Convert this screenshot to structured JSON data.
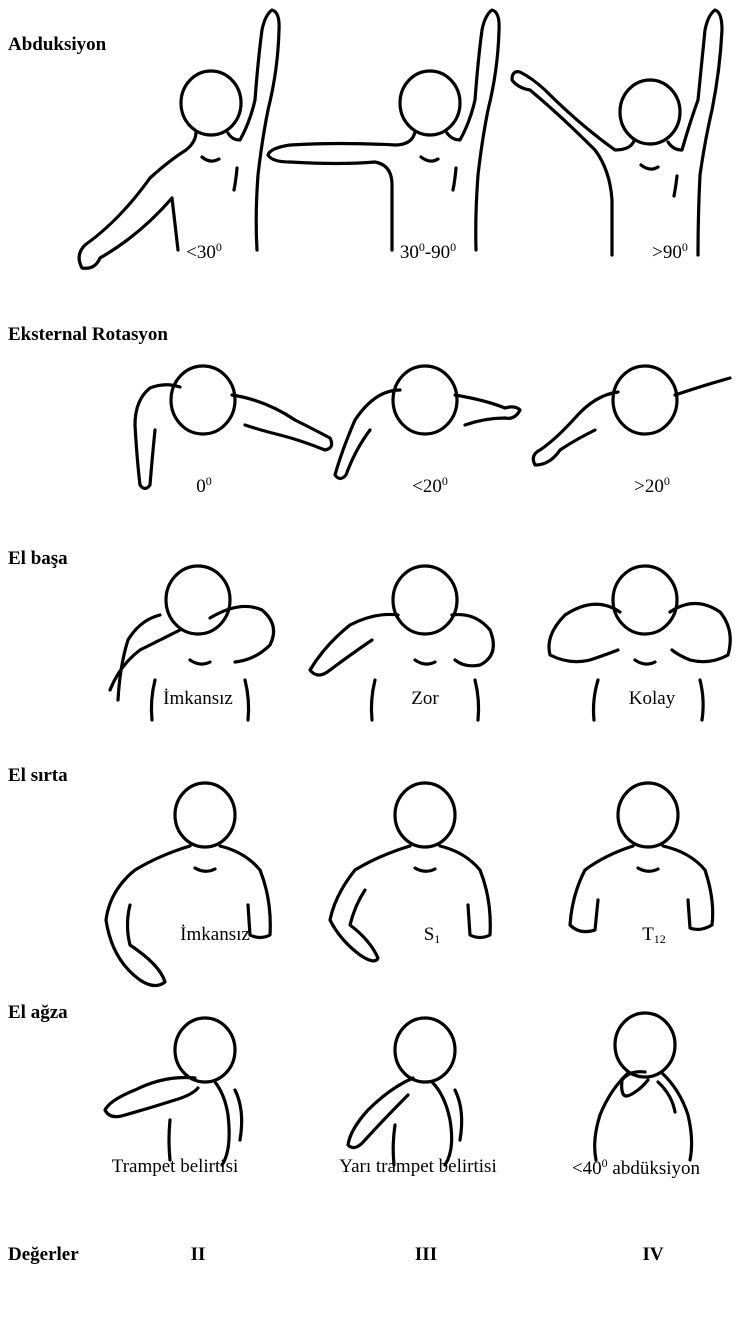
{
  "sections": [
    {
      "title": "Abduksiyon",
      "captions": [
        {
          "main": "<30",
          "sup": "0",
          "tail": ""
        },
        {
          "main": "30",
          "sup": "0",
          "tail": "-90",
          "sup2": "0"
        },
        {
          "main": ">90",
          "sup": "0",
          "tail": ""
        }
      ]
    },
    {
      "title": "Eksternal Rotasyon",
      "captions": [
        {
          "main": "0",
          "sup": "0",
          "tail": ""
        },
        {
          "main": "<20",
          "sup": "0",
          "tail": ""
        },
        {
          "main": ">20",
          "sup": "0",
          "tail": ""
        }
      ]
    },
    {
      "title": "El başa",
      "captions": [
        {
          "main": "İmkansız"
        },
        {
          "main": "Zor"
        },
        {
          "main": "Kolay"
        }
      ]
    },
    {
      "title": "El sırta",
      "captions": [
        {
          "main": "İmkansız"
        },
        {
          "main": "S",
          "sub": "1"
        },
        {
          "main": "T",
          "sub": "12"
        }
      ]
    },
    {
      "title": "El ağza",
      "captions": [
        {
          "main": "Trampet belirtisi"
        },
        {
          "main": "Yarı trampet belirtisi"
        },
        {
          "main": "<40",
          "sup": "0",
          "tail": " abdüksiyon"
        }
      ]
    }
  ],
  "footer": {
    "label": "Değerler",
    "grades": [
      "II",
      "III",
      "IV"
    ]
  }
}
